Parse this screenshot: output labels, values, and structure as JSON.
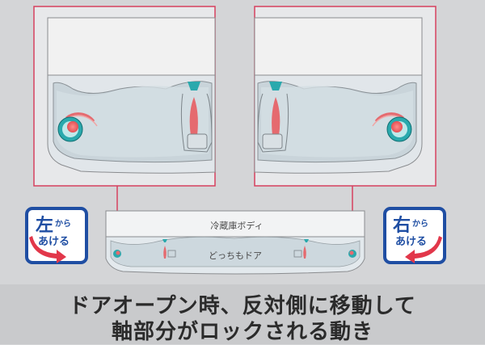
{
  "body_label": "冷蔵庫ボディ",
  "door_label": "どっちもドア",
  "left_badge": {
    "big": "左",
    "small": "から",
    "line2": "あける"
  },
  "right_badge": {
    "big": "右",
    "small": "から",
    "line2": "あける"
  },
  "caption": {
    "line1": "ドアオープン時、反対側に移動して",
    "line2": "軸部分がロックされる動き"
  },
  "colors": {
    "frame_red": "#d6415f",
    "teal": "#2aa9ad",
    "pink": "#e56a6f",
    "badge_blue": "#1f4ea3"
  }
}
